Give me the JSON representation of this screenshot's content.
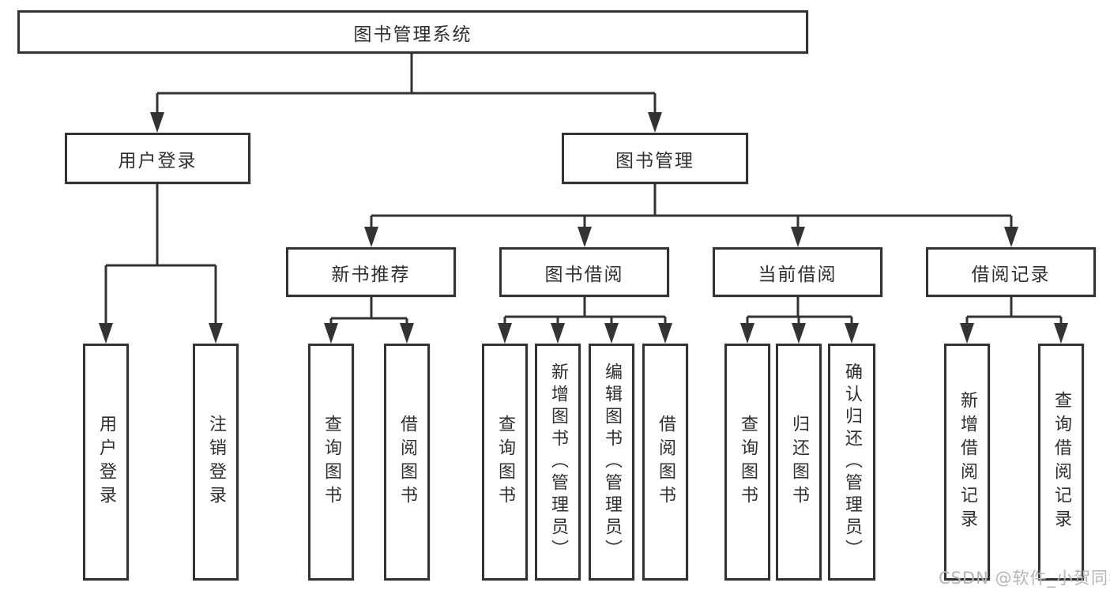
{
  "tree": {
    "root": {
      "label": "图书管理系统"
    },
    "branches": [
      {
        "label": "用户登录",
        "children": [
          {
            "label": "用户登录"
          },
          {
            "label": "注销登录"
          }
        ]
      },
      {
        "label": "图书管理",
        "children": [
          {
            "label": "新书推荐",
            "children": [
              {
                "label": "查询图书"
              },
              {
                "label": "借阅图书"
              }
            ]
          },
          {
            "label": "图书借阅",
            "children": [
              {
                "label": "查询图书"
              },
              {
                "label": "新增图书（管理员）"
              },
              {
                "label": "编辑图书（管理员）"
              },
              {
                "label": "借阅图书"
              }
            ]
          },
          {
            "label": "当前借阅",
            "children": [
              {
                "label": "查询图书"
              },
              {
                "label": "归还图书"
              },
              {
                "label": "确认归还（管理员）"
              }
            ]
          },
          {
            "label": "借阅记录",
            "children": [
              {
                "label": "新增借阅记录"
              },
              {
                "label": "查询借阅记录"
              }
            ]
          }
        ]
      }
    ]
  },
  "watermark": {
    "text": "CSDN @软件_小贺同学"
  },
  "colors": {
    "line": "#333333",
    "box_border": "#333333",
    "text": "#2f2f2f",
    "watermark": "#b5b5b5",
    "background": "#ffffff"
  }
}
